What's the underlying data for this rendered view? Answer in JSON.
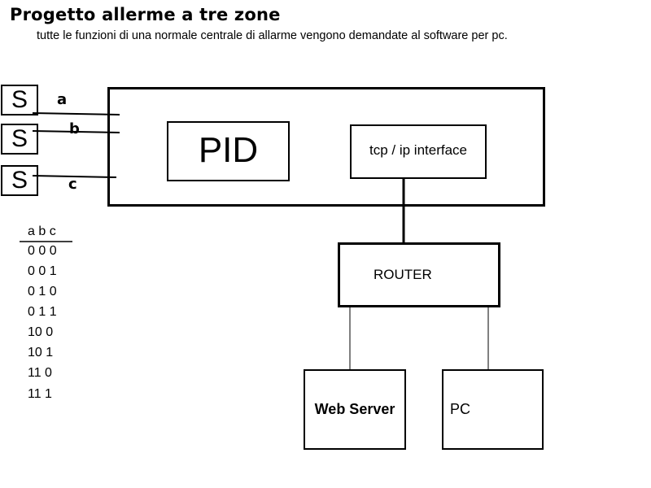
{
  "header": {
    "title": "Progetto allerme a tre zone",
    "subtitle": "tutte le funzioni di una normale centrale di allarme vengono demandate al software per pc."
  },
  "sensors": [
    {
      "symbol": "S",
      "zone": "a"
    },
    {
      "symbol": "S",
      "zone": "b"
    },
    {
      "symbol": "S",
      "zone": "c"
    }
  ],
  "controller": {
    "pid_label": "PID",
    "interface_label": "tcp / ip interface"
  },
  "network": {
    "router_label": "ROUTER",
    "web_server_label": "Web Server",
    "pc_label": "PC"
  },
  "truth_table": {
    "header": "a b c",
    "rows": [
      "0 0 0",
      "0 0 1",
      "0 1 0",
      "0 1 1",
      "10 0",
      "10 1",
      "11 0",
      "11 1"
    ]
  }
}
